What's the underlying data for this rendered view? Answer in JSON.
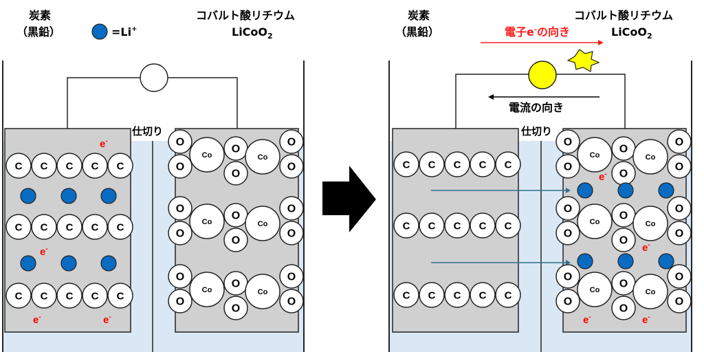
{
  "colors": {
    "electrolyte": "#dae8f5",
    "electrode": "#d0d0d0",
    "li_ion": "#0a6bc2",
    "electron": "#ff1a1a",
    "bulb_on": "#ffff00",
    "ion_arrow": "#2f6f8f"
  },
  "legend": {
    "li_label": "=Li",
    "li_sup": "+"
  },
  "panels": [
    {
      "id": "before",
      "anode_label_1": "炭素",
      "anode_label_2": "（黒鉛）",
      "cathode_label_1": "コバルト酸リチウム",
      "cathode_label_2": "LiCoO",
      "cathode_label_sub": "2",
      "separator_label": "仕切り",
      "bulb_lit": false,
      "carbon_symbol": "C",
      "oxygen_symbol": "O",
      "cobalt_symbol": "Co",
      "electron_symbol": "e",
      "electron_sup": "-"
    },
    {
      "id": "after",
      "anode_label_1": "炭素",
      "anode_label_2": "（黒鉛）",
      "cathode_label_1": "コバルト酸リチウム",
      "cathode_label_2": "LiCoO",
      "cathode_label_sub": "2",
      "separator_label": "仕切り",
      "bulb_lit": true,
      "electron_flow_label": "電子e",
      "electron_flow_sup": "-",
      "electron_flow_suffix": "の向き",
      "current_flow_label": "電流の向き",
      "carbon_symbol": "C",
      "oxygen_symbol": "O",
      "cobalt_symbol": "Co",
      "electron_symbol": "e",
      "electron_sup": "-"
    }
  ],
  "transition_arrow": "right-arrow-icon"
}
